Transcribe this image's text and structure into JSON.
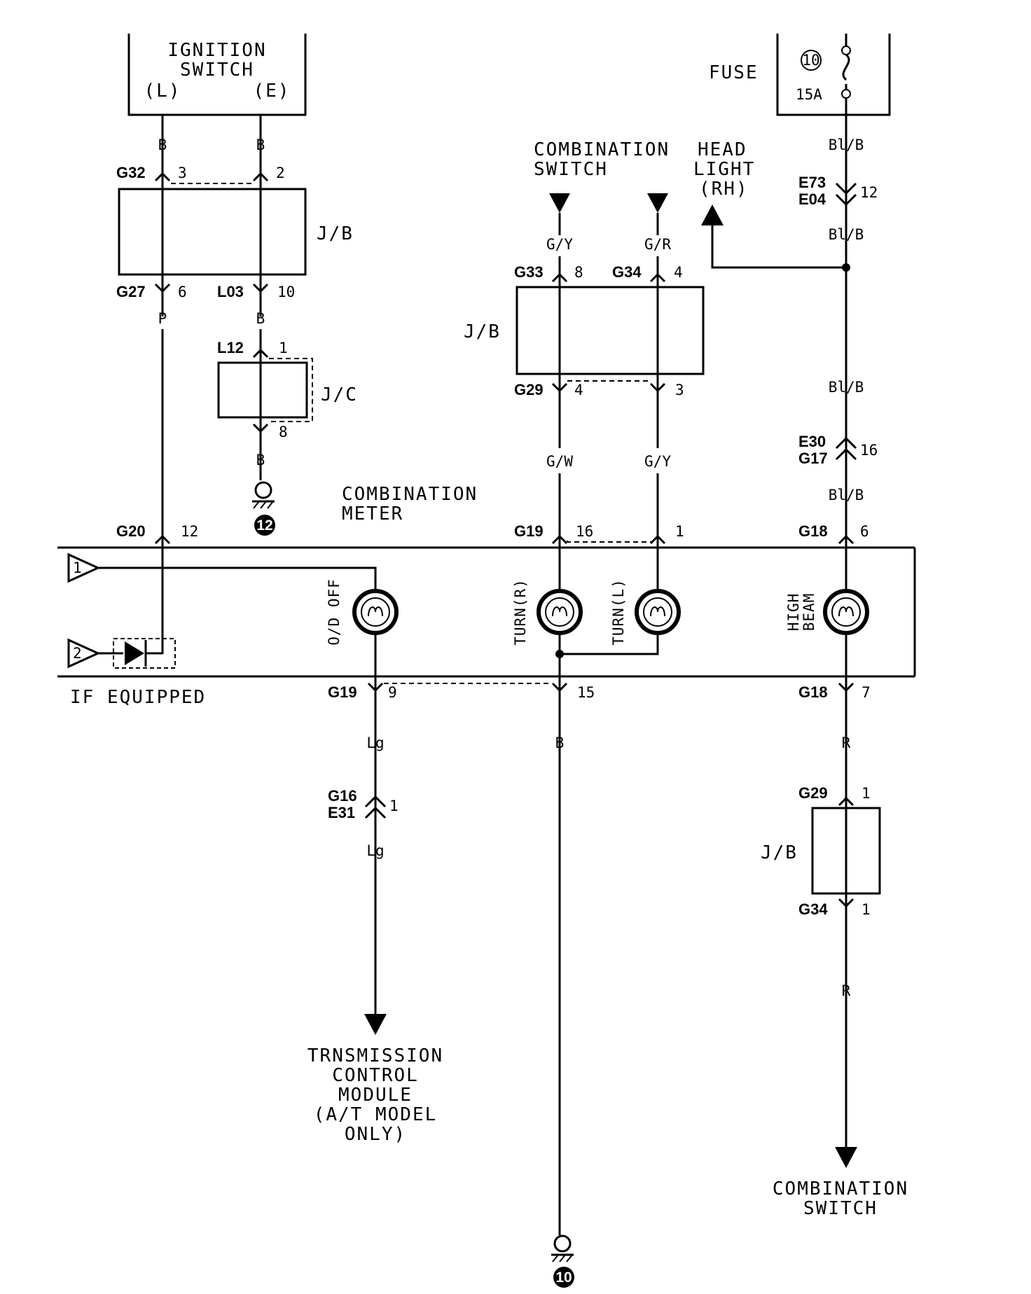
{
  "labels": {
    "ignition_switch_l1": "IGNITION",
    "ignition_switch_l2": "SWITCH",
    "ign_l": "(L)",
    "ign_e": "(E)",
    "fuse": "FUSE",
    "fuse_num": "10",
    "fuse_rating": "15A",
    "combo_switch_top_l1": "COMBINATION",
    "combo_switch_top_l2": "SWITCH",
    "headlight_l1": "HEAD",
    "headlight_l2": "LIGHT",
    "headlight_l3": "(RH)",
    "jb": "J/B",
    "jc": "J/C",
    "combo_meter_l1": "COMBINATION",
    "combo_meter_l2": "METER",
    "if_equipped": "IF EQUIPPED",
    "lamp_od_off": "O/D OFF",
    "lamp_turn_r": "TURN(R)",
    "lamp_turn_l": "TURN(L)",
    "lamp_high_l1": "HIGH",
    "lamp_high_l2": "BEAM",
    "term_1": "1",
    "term_2": "2",
    "tcm_l1": "TRNSMISSION",
    "tcm_l2": "CONTROL",
    "tcm_l3": "MODULE",
    "tcm_l4": "(A/T MODEL",
    "tcm_l5": "ONLY)",
    "combo_switch_bot_l1": "COMBINATION",
    "combo_switch_bot_l2": "SWITCH",
    "ground_12": "12",
    "ground_10": "10"
  },
  "wires": {
    "w_b1": "B",
    "w_b2": "B",
    "w_p": "P",
    "w_b3": "B",
    "w_b4": "B",
    "w_gy1": "G/Y",
    "w_gr": "G/R",
    "w_gw": "G/W",
    "w_gy2": "G/Y",
    "w_blb1": "Bl/B",
    "w_blb2": "Bl/B",
    "w_blb3": "Bl/B",
    "w_blb4": "Bl/B",
    "w_lg1": "Lg",
    "w_lg2": "Lg",
    "w_b5": "B",
    "w_r1": "R",
    "w_r2": "R"
  },
  "connectors": {
    "g32": "G32",
    "g27": "G27",
    "l03": "L03",
    "l12": "L12",
    "g33": "G33",
    "g34a": "G34",
    "g29a": "G29",
    "e73": "E73",
    "e04": "E04",
    "e30": "E30",
    "g17": "G17",
    "g20": "G20",
    "g19a": "G19",
    "g18a": "G18",
    "g19b": "G19",
    "g18b": "G18",
    "g16": "G16",
    "e31": "E31",
    "g29b": "G29",
    "g34b": "G34"
  },
  "pins": {
    "p3": "3",
    "p2": "2",
    "p6": "6",
    "p10": "10",
    "p1_l12": "1",
    "p8": "8",
    "p8b": "8",
    "p4": "4",
    "p4b": "4",
    "p3b": "3",
    "p12_fuse": "12",
    "p16_e30": "16",
    "p12_g20": "12",
    "p16_g19": "16",
    "p1_g19": "1",
    "p6_g18": "6",
    "p9": "9",
    "p15": "15",
    "p7": "7",
    "p1_g16": "1",
    "p1_g29": "1",
    "p1_g34": "1"
  }
}
